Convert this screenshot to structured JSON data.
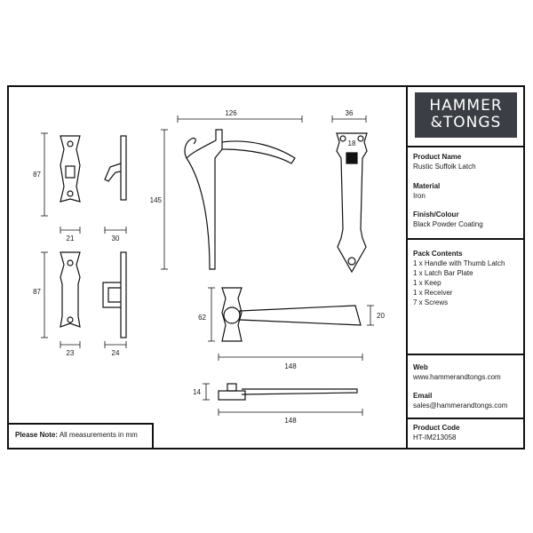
{
  "logo": {
    "line1": "HAMMER",
    "line2": "&TONGS"
  },
  "product_name": {
    "label": "Product Name",
    "value": "Rustic Suffolk Latch"
  },
  "material": {
    "label": "Material",
    "value": "Iron"
  },
  "finish": {
    "label": "Finish/Colour",
    "value": "Black Powder Coating"
  },
  "pack": {
    "label": "Pack Contents",
    "items": [
      "1 x Handle with Thumb Latch",
      "1 x Latch Bar Plate",
      "1 x Keep",
      "1 x Receiver",
      "7 x Screws"
    ]
  },
  "web": {
    "label": "Web",
    "value": "www.hammerandtongs.com"
  },
  "email": {
    "label": "Email",
    "value": "sales@hammerandtongs.com"
  },
  "product_code": {
    "label": "Product Code",
    "value": "HT-IM213058"
  },
  "note": {
    "label": "Please Note:",
    "text": "All measurements in mm"
  },
  "dimensions": {
    "handle_width": "126",
    "handle_height": "145",
    "thumb_width": "36",
    "thumb_pad": "18",
    "keep_height": "87",
    "keep_width": "21",
    "keep_depth": "30",
    "receiver_height": "87",
    "receiver_width": "23",
    "receiver_depth": "24",
    "bar_height": "62",
    "bar_end": "20",
    "bar_length": "148",
    "bar_side_height": "14",
    "bar_side_length": "148"
  }
}
